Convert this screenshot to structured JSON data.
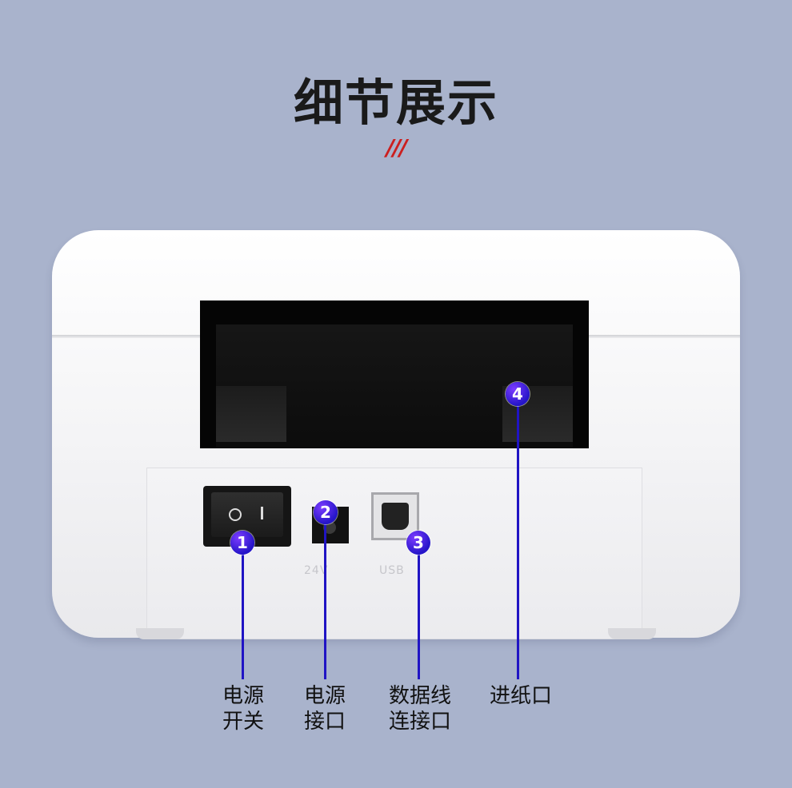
{
  "title": "细节展示",
  "decoration": {
    "slashes": "///",
    "color": "#cc1f1f"
  },
  "port_labels": {
    "dc": "24V",
    "usb": "USB"
  },
  "callouts": [
    {
      "number": "1",
      "line1": "电源",
      "line2": "开关"
    },
    {
      "number": "2",
      "line1": "电源",
      "line2": "接口"
    },
    {
      "number": "3",
      "line1": "数据线",
      "line2": "连接口"
    },
    {
      "number": "4",
      "line1": "进纸口",
      "line2": ""
    }
  ],
  "colors": {
    "accent": "#2515c9",
    "background": "#a9b3cc"
  }
}
